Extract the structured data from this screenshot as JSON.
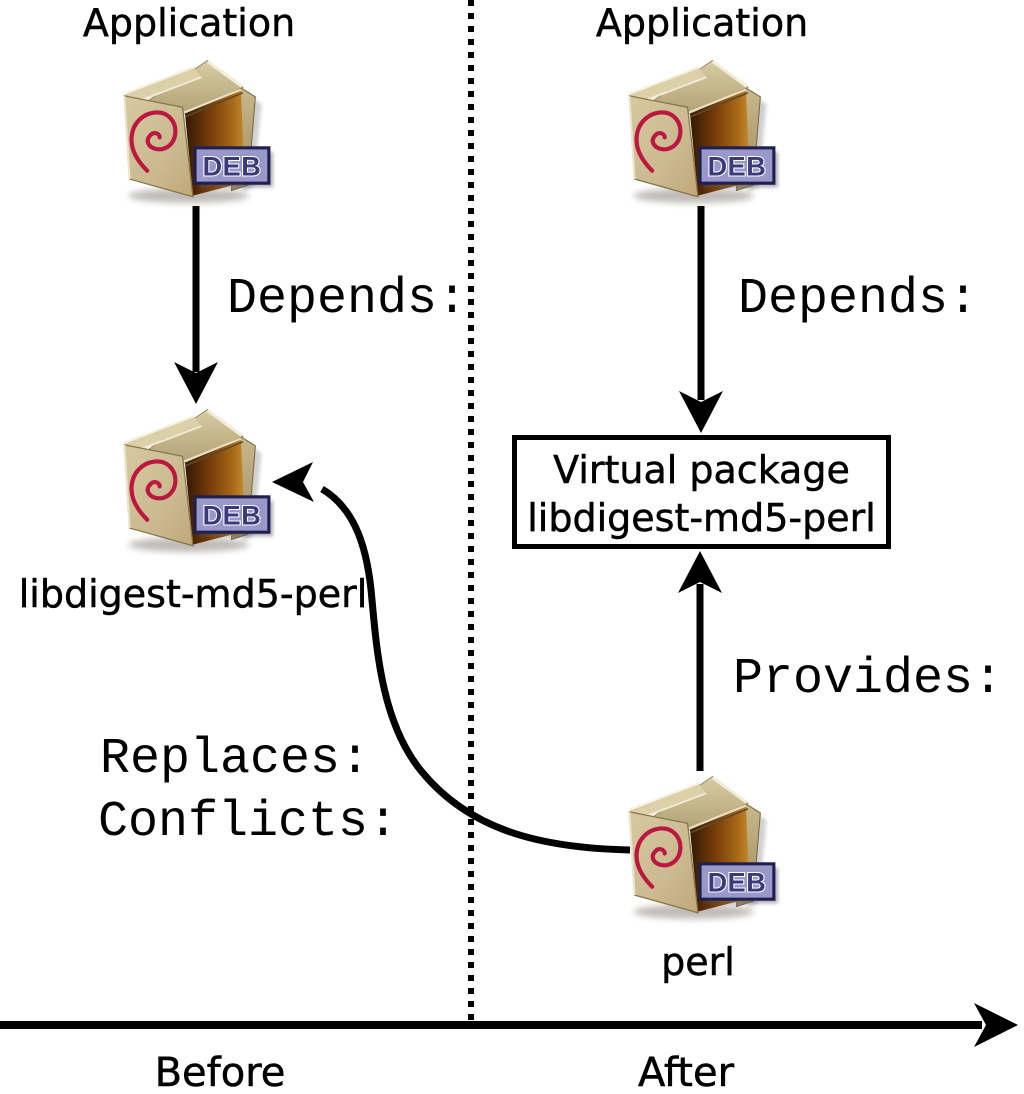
{
  "left_panel": {
    "app_label": "Application",
    "depends_label": "Depends:",
    "package_label": "libdigest-md5-perl",
    "replaces_label": "Replaces:",
    "conflicts_label": "Conflicts:",
    "axis_label": "Before"
  },
  "right_panel": {
    "app_label": "Application",
    "depends_label": "Depends:",
    "virtual_box": {
      "line1": "Virtual package",
      "line2": "libdigest-md5-perl"
    },
    "provides_label": "Provides:",
    "package_label": "perl",
    "axis_label": "After"
  },
  "icons": {
    "deb_badge_text": "DEB"
  },
  "colors": {
    "line": "#000000",
    "swirl_red": "#bb1840",
    "box_face": "#cbb990",
    "box_flap": "#c9b989",
    "box_interior_dark": "#2e1503",
    "box_interior_light": "#c08028",
    "badge_bg": "#9898ca",
    "badge_border": "#202050",
    "badge_text": "#3a3a7a"
  }
}
